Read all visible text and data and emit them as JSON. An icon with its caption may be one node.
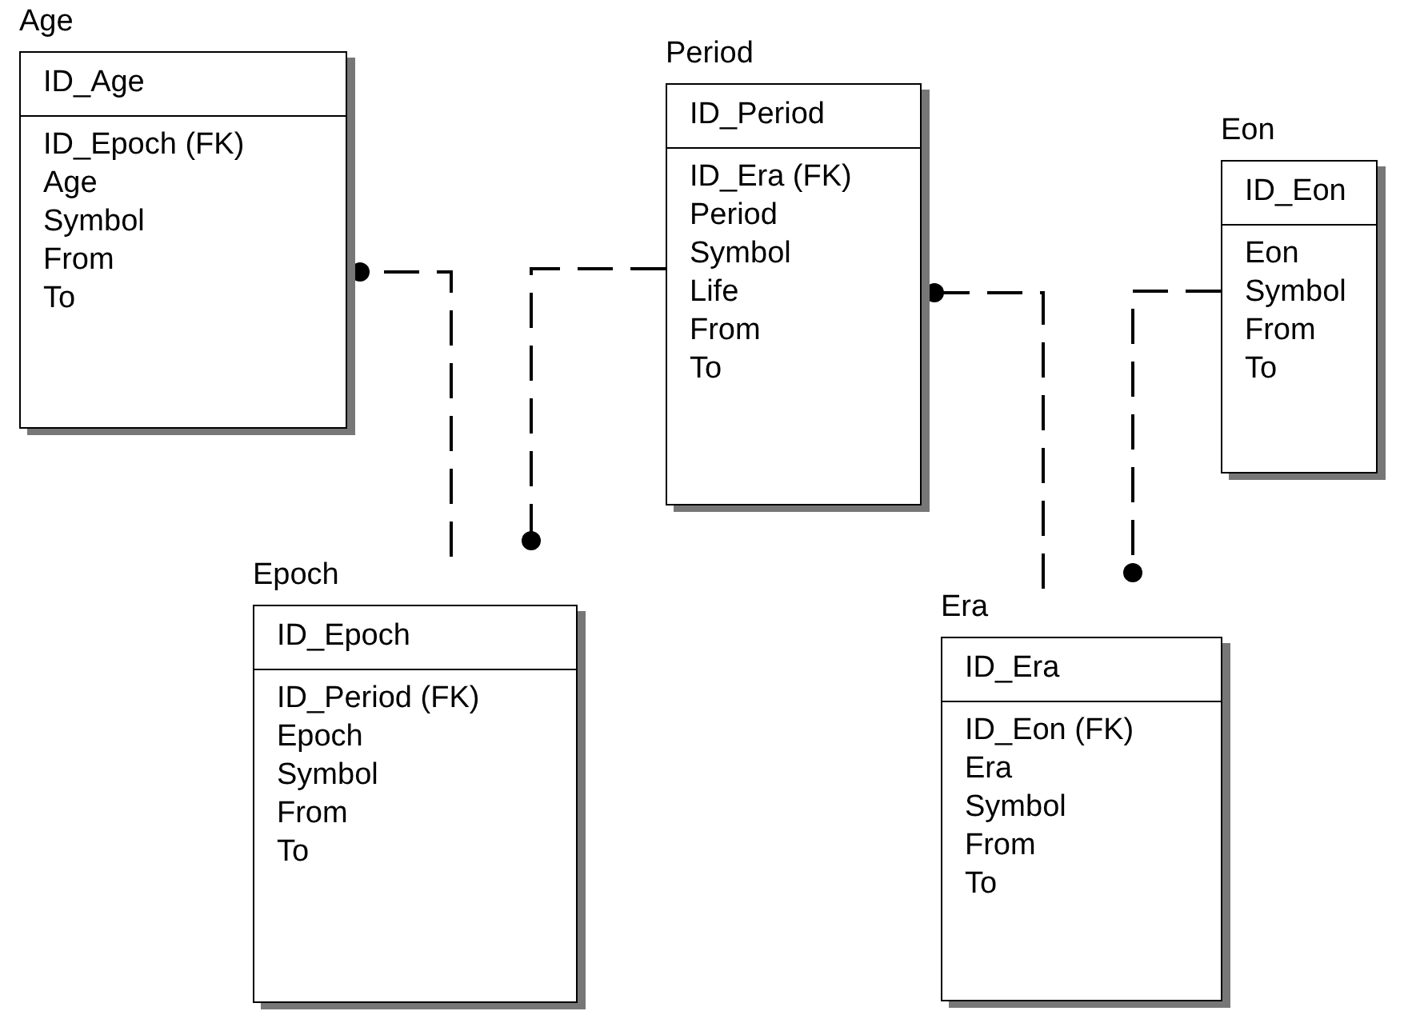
{
  "diagram": {
    "nodes": [
      {
        "text": [
          "Age",
          "ID_Age",
          "ID_Epoch (FK)",
          "Age",
          "Symbol",
          "From",
          "To"
        ]
      },
      {
        "text": [
          "Period",
          "ID_Period",
          "ID_Era (FK)",
          "Period",
          "Symbol",
          "Life",
          "From",
          "To"
        ]
      },
      {
        "text": [
          "Eon",
          "ID_Eon",
          "Eon",
          "Symbol",
          "From",
          "To"
        ]
      },
      {
        "text": [
          "Epoch",
          "ID_Epoch",
          "ID_Period (FK)",
          "Epoch",
          "Symbol",
          "From",
          "To"
        ]
      },
      {
        "text": [
          "Era",
          "ID_Era",
          "ID_Eon (FK)",
          "Era",
          "Symbol",
          "From",
          "To"
        ]
      }
    ],
    "edges": [
      {
        "from": 3,
        "to": 0,
        "arrow": "other",
        "style": "dashed"
      },
      {
        "from": 1,
        "to": 3,
        "arrow": "other",
        "style": "dashed"
      },
      {
        "from": 4,
        "to": 1,
        "arrow": "other",
        "style": "dashed"
      },
      {
        "from": 2,
        "to": 4,
        "arrow": "other",
        "style": "dashed"
      }
    ]
  }
}
